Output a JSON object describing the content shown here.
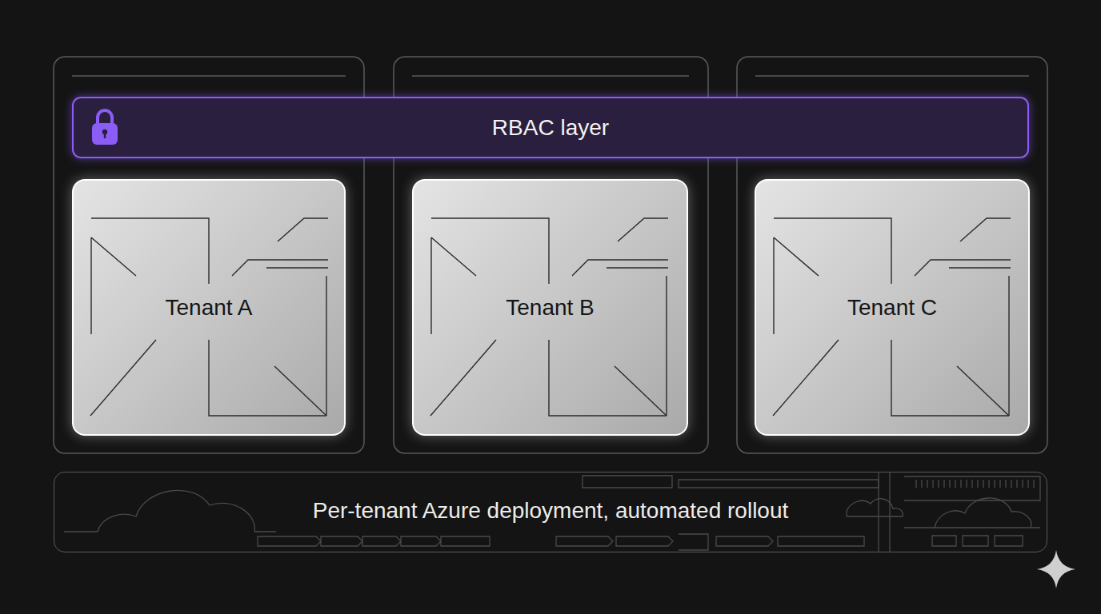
{
  "diagram": {
    "nodes": [
      {
        "text": [
          "RBAC layer"
        ]
      },
      {
        "text": [
          "Tenant A"
        ]
      },
      {
        "text": [
          "Tenant B"
        ]
      },
      {
        "text": [
          "Tenant C"
        ]
      },
      {
        "text": [
          "Per-tenant Azure deployment, automated rollout"
        ]
      }
    ]
  }
}
